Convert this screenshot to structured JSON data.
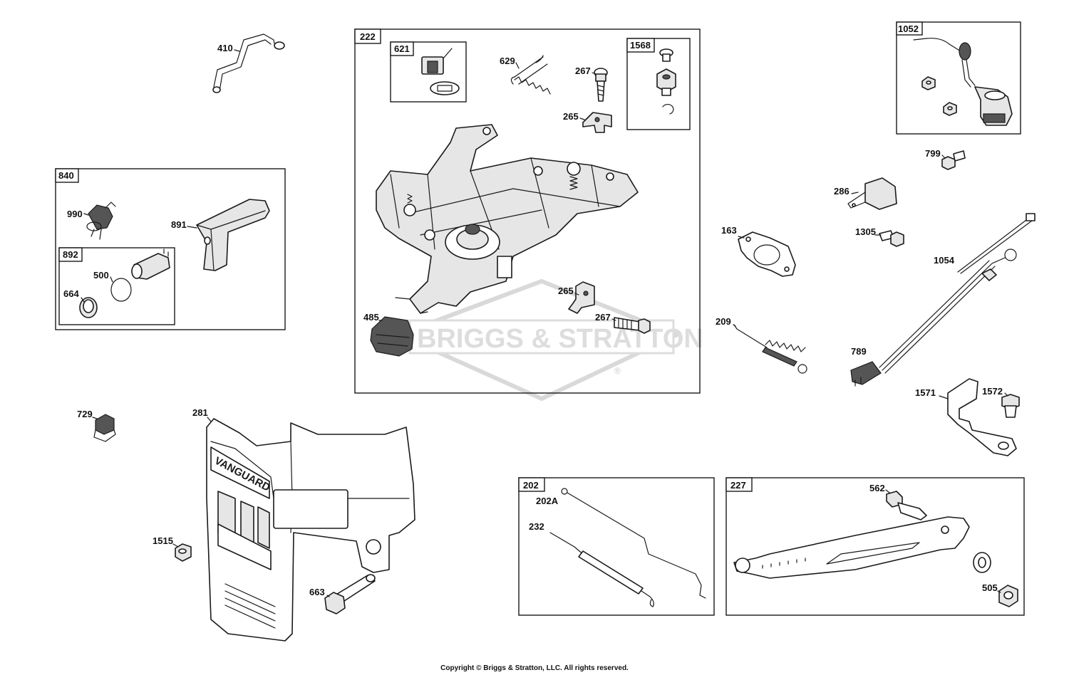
{
  "watermark": {
    "text": "BRIGGS & STRATTON",
    "mark": "®"
  },
  "copyright": "Copyright © Briggs & Stratton, LLC. All rights reserved.",
  "boxes": {
    "b222": "222",
    "b621": "621",
    "b1568": "1568",
    "b840": "840",
    "b892": "892",
    "b1052": "1052",
    "b202": "202",
    "b227": "227"
  },
  "labels": {
    "p410": "410",
    "p629": "629",
    "p267a": "267",
    "p265a": "265",
    "p990": "990",
    "p891": "891",
    "p500": "500",
    "p664": "664",
    "p485": "485",
    "p265b": "265",
    "p267b": "267",
    "p799": "799",
    "p286": "286",
    "p163": "163",
    "p1305": "1305",
    "p1054": "1054",
    "p209": "209",
    "p789": "789",
    "p1571": "1571",
    "p1572": "1572",
    "p729": "729",
    "p281": "281",
    "p1515": "1515",
    "p663": "663",
    "p202A": "202A",
    "p232": "232",
    "p562": "562",
    "p505": "505"
  },
  "cover_text": "VANGUARD"
}
